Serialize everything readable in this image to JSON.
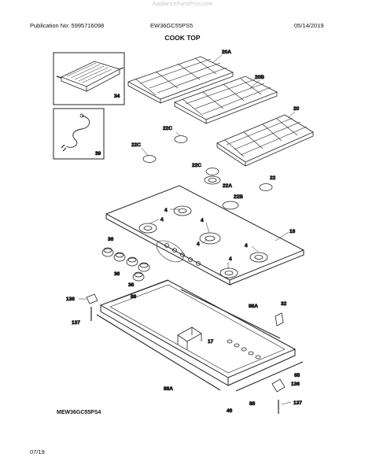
{
  "watermark": "AppliancePartsPros.com",
  "header": {
    "publication": "Publication No: 5995716098",
    "model": "EW36GC55PS5",
    "date": "05/14/2019"
  },
  "section_title": "COOK TOP",
  "footer": {
    "model_code": "MEW36GC55PS4",
    "page_date": "07/19"
  },
  "callouts": {
    "griddle": "34",
    "wire_kit": "39",
    "grate_left": "20A",
    "grate_center": "20B",
    "grate_right": "20",
    "burner_cap_22c_a": "22C",
    "burner_cap_22c_b": "22C",
    "burner_cap_22c_c": "22C",
    "burner_cap_22a": "22A",
    "burner_cap_22b": "22B",
    "burner_cap_22": "22",
    "screw_a": "4",
    "screw_b": "4",
    "screw_c": "4",
    "screw_d": "4",
    "screw_e": "4",
    "screw_f": "4",
    "cooktop_top": "16",
    "knob_36a": "36",
    "knob_36b": "36",
    "knob_36c": "36",
    "left_bracket_136": "136",
    "left_screw_137": "137",
    "gasket_88_left": "88",
    "gasket_88a_top": "88A",
    "gasket_88a_bottom": "88A",
    "gasket_88_right": "88",
    "clip_32": "32",
    "part_17": "17",
    "part_65": "65",
    "right_bracket_136": "136",
    "right_screw_137": "137",
    "base_46": "46"
  }
}
